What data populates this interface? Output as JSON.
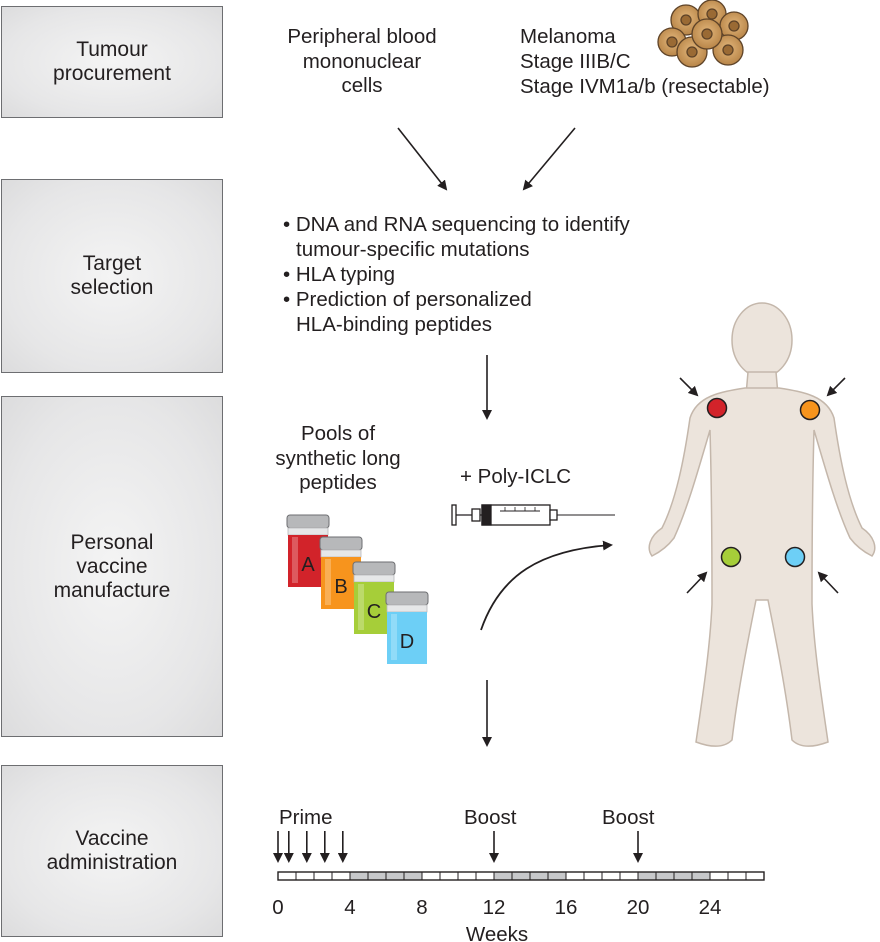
{
  "stages": {
    "tumour": "Tumour\nprocurement",
    "target": "Target\nselection",
    "manufacture": "Personal\nvaccine\nmanufacture",
    "administration": "Vaccine\nadministration"
  },
  "procurement": {
    "pbmc": "Peripheral blood\nmononuclear\ncells",
    "melanoma": "Melanoma",
    "stage1": "Stage IIIB/C",
    "stage2": "Stage IVM1a/b (resectable)"
  },
  "selection": {
    "bullet1a": "• DNA and RNA sequencing to identify",
    "bullet1b": "tumour-specific mutations",
    "bullet2": "• HLA typing",
    "bullet3a": "• Prediction of personalized",
    "bullet3b": "HLA-binding peptides"
  },
  "manufacture": {
    "pools": "Pools of\nsynthetic long\npeptides",
    "adjuvant": "+ Poly-ICLC",
    "vials": [
      {
        "label": "A",
        "color": "#d2232a"
      },
      {
        "label": "B",
        "color": "#f7941d"
      },
      {
        "label": "C",
        "color": "#a6ce39"
      },
      {
        "label": "D",
        "color": "#6dcff6"
      }
    ],
    "injection_colors": [
      "#d2232a",
      "#f7941d",
      "#a6ce39",
      "#6dcff6"
    ]
  },
  "timeline": {
    "prime": "Prime",
    "boost1": "Boost",
    "boost2": "Boost",
    "ticks": [
      "0",
      "4",
      "8",
      "12",
      "16",
      "20",
      "24"
    ],
    "xlabel": "Weeks"
  }
}
